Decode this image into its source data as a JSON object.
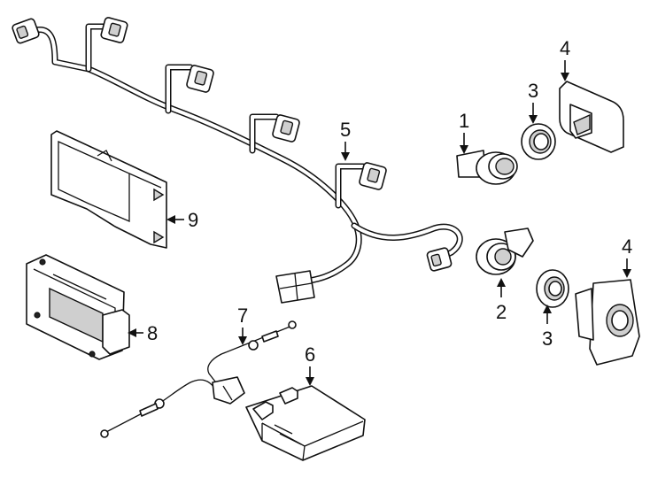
{
  "callouts": {
    "c1": "1",
    "c2": "2",
    "c3a": "3",
    "c3b": "3",
    "c4a": "4",
    "c4b": "4",
    "c5": "5",
    "c6": "6",
    "c7": "7",
    "c8": "8",
    "c9": "9"
  }
}
